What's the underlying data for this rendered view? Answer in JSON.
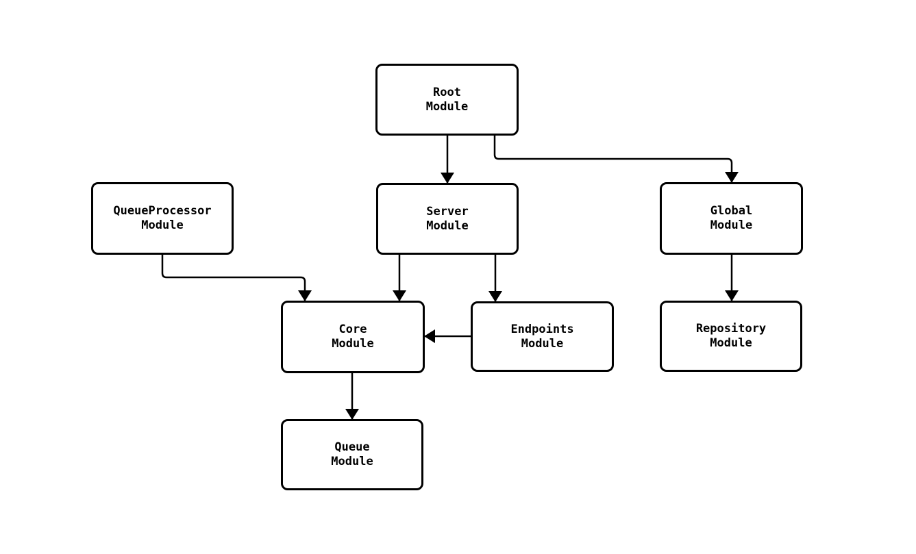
{
  "diagram": {
    "type": "flowchart",
    "colors": {
      "background": "#ffffff",
      "node_fill": "#ffffff",
      "node_border": "#000000",
      "edge": "#000000",
      "text": "#000000"
    },
    "nodes": [
      {
        "id": "root",
        "label": "Root\nModule"
      },
      {
        "id": "queueprocessor",
        "label": "QueueProcessor\nModule"
      },
      {
        "id": "server",
        "label": "Server\nModule"
      },
      {
        "id": "global",
        "label": "Global\nModule"
      },
      {
        "id": "core",
        "label": "Core\nModule"
      },
      {
        "id": "endpoints",
        "label": "Endpoints\nModule"
      },
      {
        "id": "repository",
        "label": "Repository\nModule"
      },
      {
        "id": "queue",
        "label": "Queue\nModule"
      }
    ],
    "edges": [
      {
        "from": "root",
        "to": "server"
      },
      {
        "from": "root",
        "to": "global"
      },
      {
        "from": "queueprocessor",
        "to": "core"
      },
      {
        "from": "server",
        "to": "core"
      },
      {
        "from": "server",
        "to": "endpoints"
      },
      {
        "from": "global",
        "to": "repository"
      },
      {
        "from": "endpoints",
        "to": "core"
      },
      {
        "from": "core",
        "to": "queue"
      }
    ]
  }
}
